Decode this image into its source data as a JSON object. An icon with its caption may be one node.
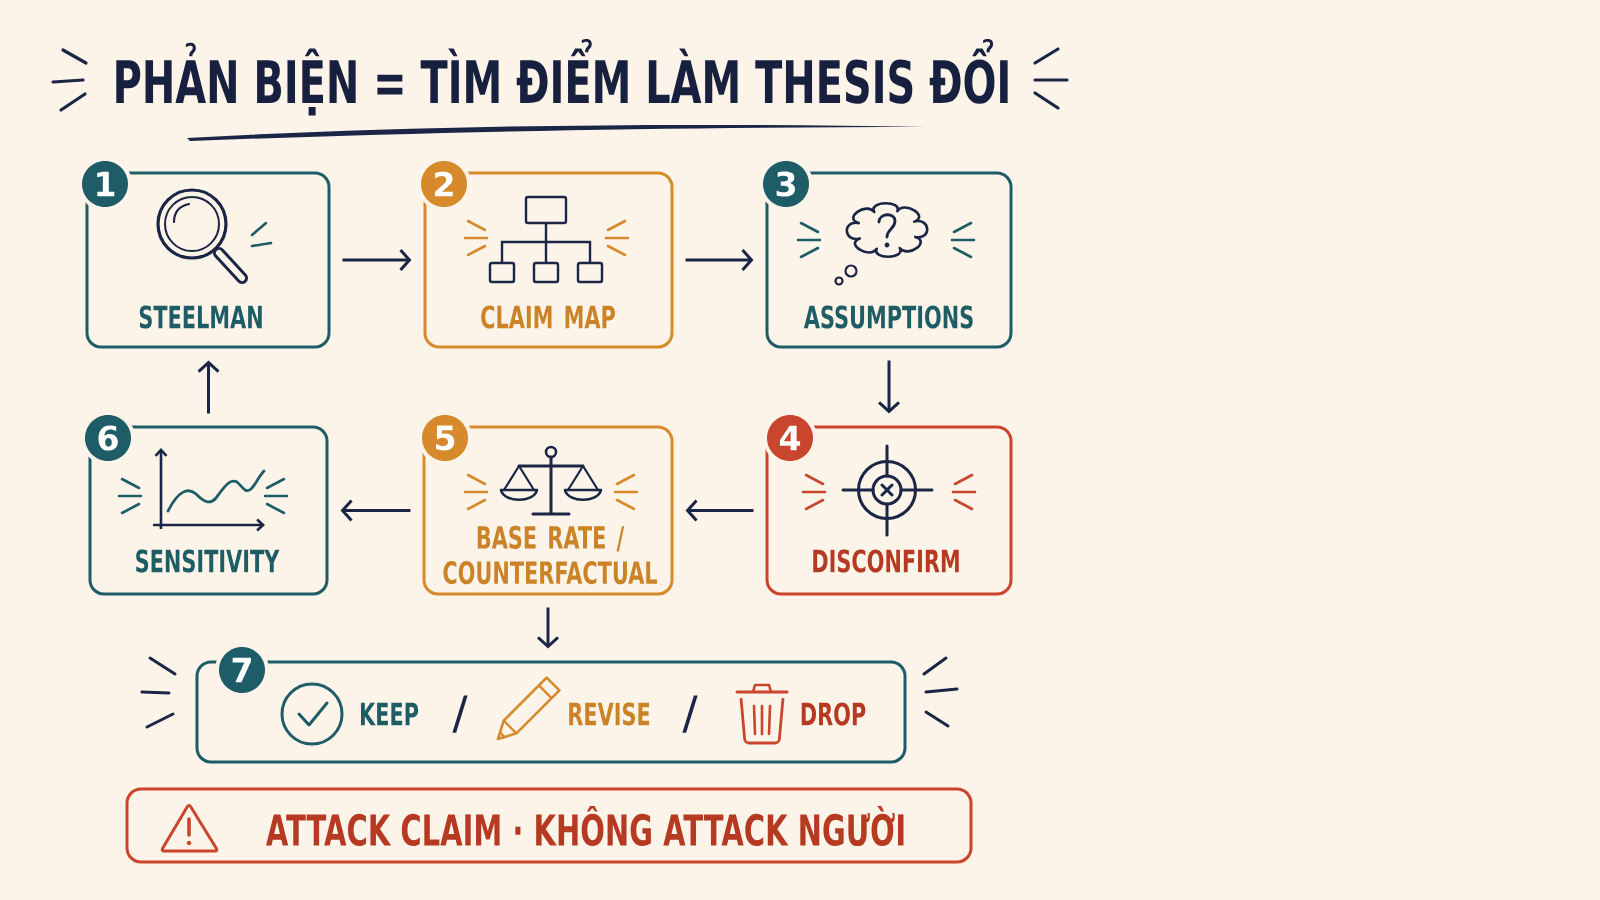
{
  "diagram": {
    "title": "PHẢN BIỆN = TÌM ĐIỂM LÀM THESIS ĐỔI",
    "nodes": [
      {
        "text": [
          "1",
          "STEELMAN"
        ]
      },
      {
        "text": [
          "2",
          "CLAIM MAP"
        ]
      },
      {
        "text": [
          "3",
          "ASSUMPTIONS"
        ]
      },
      {
        "text": [
          "4",
          "DISCONFIRM"
        ]
      },
      {
        "text": [
          "5",
          "BASE RATE / COUNTERFACTUAL"
        ]
      },
      {
        "text": [
          "6",
          "SENSITIVITY"
        ]
      },
      {
        "text": [
          "7",
          "KEEP",
          "/",
          "REVISE",
          "/",
          "DROP"
        ]
      },
      {
        "text": [
          "ATTACK CLAIM · KHÔNG ATTACK NGƯỜI"
        ]
      }
    ],
    "edges": [
      {
        "from": 0,
        "to": 1,
        "arrow": "to"
      },
      {
        "from": 1,
        "to": 2,
        "arrow": "to"
      },
      {
        "from": 2,
        "to": 3,
        "arrow": "to"
      },
      {
        "from": 3,
        "to": 4,
        "arrow": "to"
      },
      {
        "from": 4,
        "to": 5,
        "arrow": "to"
      },
      {
        "from": 5,
        "to": 0,
        "arrow": "to"
      },
      {
        "from": 4,
        "to": 6,
        "arrow": "to"
      }
    ]
  }
}
